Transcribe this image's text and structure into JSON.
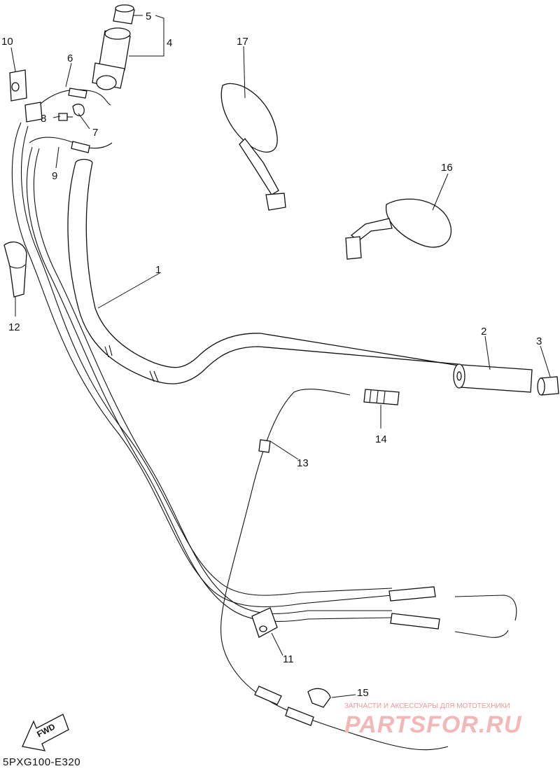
{
  "callouts": {
    "c1": "1",
    "c2": "2",
    "c3": "3",
    "c4": "4",
    "c5": "5",
    "c6": "6",
    "c7": "7",
    "c8": "8",
    "c9": "9",
    "c10": "10",
    "c11": "11",
    "c12": "12",
    "c13": "13",
    "c14": "14",
    "c15": "15",
    "c16": "16",
    "c17": "17"
  },
  "direction_label": "FWD",
  "diagram_code": "5PXG100-E320",
  "watermark": {
    "tagline": "ЗАПЧАСТИ И АКСЕССУАРЫ ДЛЯ МОТОТЕХНИКИ",
    "logo": "PARTSFOR.RU"
  }
}
